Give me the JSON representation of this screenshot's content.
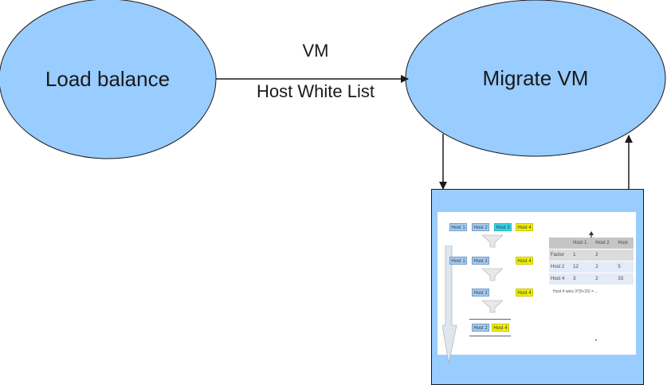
{
  "nodes": {
    "load_balance": {
      "label": "Load balance"
    },
    "migrate_vm": {
      "label": "Migrate VM"
    }
  },
  "edges": {
    "load_to_migrate": {
      "label_top": "VM",
      "label_bottom": "Host White List"
    }
  },
  "colors": {
    "node_fill": "#99ccff",
    "node_stroke": "#1a1a1a",
    "panel_fill": "#99ccff",
    "chip_blue": "#a7cdf2",
    "chip_cyan": "#33d6ee",
    "chip_yellow": "#f0f000"
  },
  "thumbnail": {
    "flow": {
      "row1": [
        "Host 1",
        "Host 2",
        "Host 3",
        "Host 4"
      ],
      "row2": [
        "Host 1",
        "Host 2",
        "Host 4"
      ],
      "row3": [
        "Host 2",
        "Host 4"
      ],
      "row4": [
        "Host 2",
        "Host 4"
      ]
    },
    "table": {
      "header": [
        "",
        "Host 1",
        "Host 2",
        "Host"
      ],
      "rows": [
        [
          "Factor",
          "1",
          "2",
          ""
        ],
        [
          "Host 2",
          "12",
          "2",
          "5"
        ],
        [
          "Host 4",
          "3",
          "2",
          "33"
        ]
      ]
    },
    "note": "Host 4 wins 3*(5+33) = ..."
  }
}
